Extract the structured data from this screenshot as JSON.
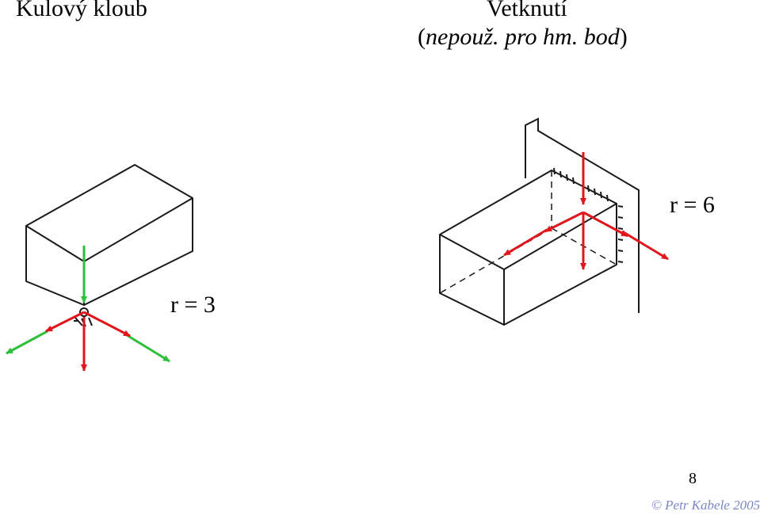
{
  "left": {
    "title": "Kulový kloub",
    "dof_label": "r = 3"
  },
  "right": {
    "title": "Vetknutí",
    "subtitle_open": "(",
    "subtitle_text": "nepouž. pro hm. bod",
    "subtitle_close": ")",
    "dof_label": "r = 6"
  },
  "footer": {
    "page_number": "8",
    "copyright": "© Petr Kabele 2005"
  },
  "colors": {
    "force": "#e0161c",
    "moment": "#2fbf3a",
    "line": "#1a1a1a",
    "copyright": "#7c86c8"
  }
}
